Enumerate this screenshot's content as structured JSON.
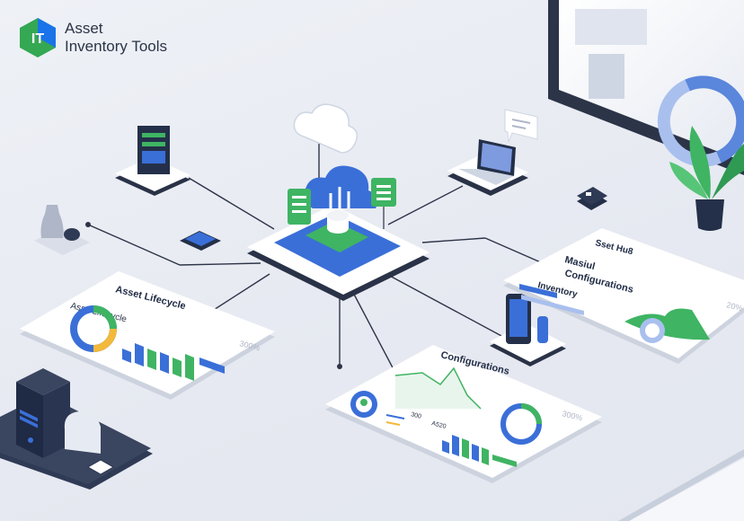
{
  "brand": {
    "title_line1": "Asset",
    "title_line2": "Inventory Tools",
    "logo_glyph": "IT",
    "logo_color": "#34a853",
    "logo_accent": "#1a73e8"
  },
  "cards": {
    "lifecycle": {
      "title": "Asset Lifecycle",
      "subtitle": "Asse Lifecycle",
      "stat": "300%"
    },
    "configurations": {
      "title": "Configurations",
      "label1": "300",
      "label2": "A520",
      "stat": "300%"
    },
    "hub": {
      "title": "Sset Hu8",
      "line2": "Masiul",
      "line3": "Configurations",
      "line4": "Inventory",
      "stat": "20%"
    }
  },
  "colors": {
    "blue": "#3a6fd8",
    "green": "#3fb463",
    "navy": "#1f2a44",
    "platform": "#ffffff",
    "line": "#2d3447"
  }
}
